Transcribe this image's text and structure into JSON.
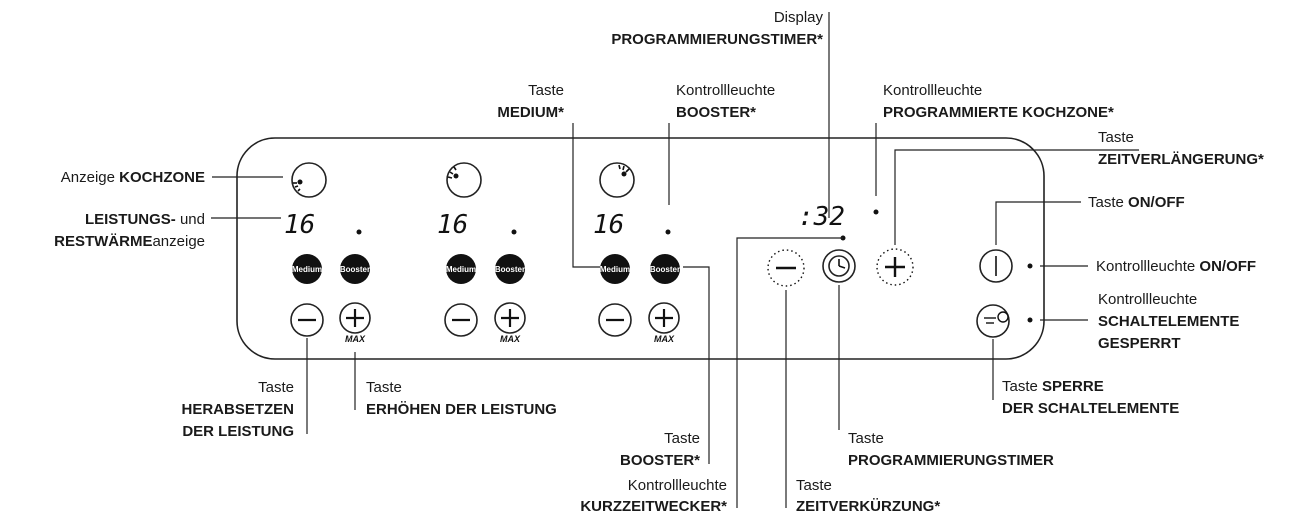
{
  "zones": [
    {
      "display": "16",
      "medium": "Medium",
      "booster": "Booster",
      "max": "MAX"
    },
    {
      "display": "16",
      "medium": "Medium",
      "booster": "Booster",
      "max": "MAX"
    },
    {
      "display": "16",
      "medium": "Medium",
      "booster": "Booster",
      "max": "MAX"
    }
  ],
  "timer": {
    "display": ":32"
  },
  "labels": {
    "display_timer": {
      "l1": "Display",
      "l2": "PROGRAMMIERUNGSTIMER*"
    },
    "medium": {
      "l1": "Taste",
      "l2": "MEDIUM*"
    },
    "booster_light": {
      "l1": "Kontrollleuchte",
      "l2": "BOOSTER*"
    },
    "prog_zone_light": {
      "l1": "Kontrollleuchte",
      "l2": "PROGRAMMIERTE KOCHZONE*"
    },
    "extend": {
      "l1": "Taste",
      "l2": "ZEITVERLÄNGERUNG*"
    },
    "kochzone": {
      "prefix": "Anzeige",
      "bold": "KOCHZONE"
    },
    "leistung": {
      "bold1": "LEISTUNGS-",
      "rest1": " und",
      "bold2": "RESTWÄRME",
      "rest2": "anzeige"
    },
    "onoff": {
      "prefix": "Taste",
      "bold": "ON/OFF"
    },
    "onoff_light": {
      "prefix": "Kontrollleuchte",
      "bold": "ON/OFF"
    },
    "lock_light": {
      "l1": "Kontrollleuchte",
      "l2": "SCHALTELEMENTE",
      "l3": "GESPERRT"
    },
    "lock_key": {
      "prefix": "Taste",
      "bold": "SPERRE",
      "l2": "DER SCHALTELEMENTE"
    },
    "decrease": {
      "l1": "Taste",
      "l2": "HERABSETZEN",
      "l3": "DER LEISTUNG"
    },
    "increase": {
      "l1": "Taste",
      "l2": "ERHÖHEN DER LEISTUNG"
    },
    "booster_key": {
      "l1": "Taste",
      "l2": "BOOSTER*"
    },
    "timer_key": {
      "l1": "Taste",
      "l2": "PROGRAMMIERUNGSTIMER"
    },
    "kurzzeit": {
      "l1": "Kontrollleuchte",
      "l2": "KURZZEITWECKER*"
    },
    "shorten": {
      "l1": "Taste",
      "l2": "ZEITVERKÜRZUNG*"
    }
  }
}
